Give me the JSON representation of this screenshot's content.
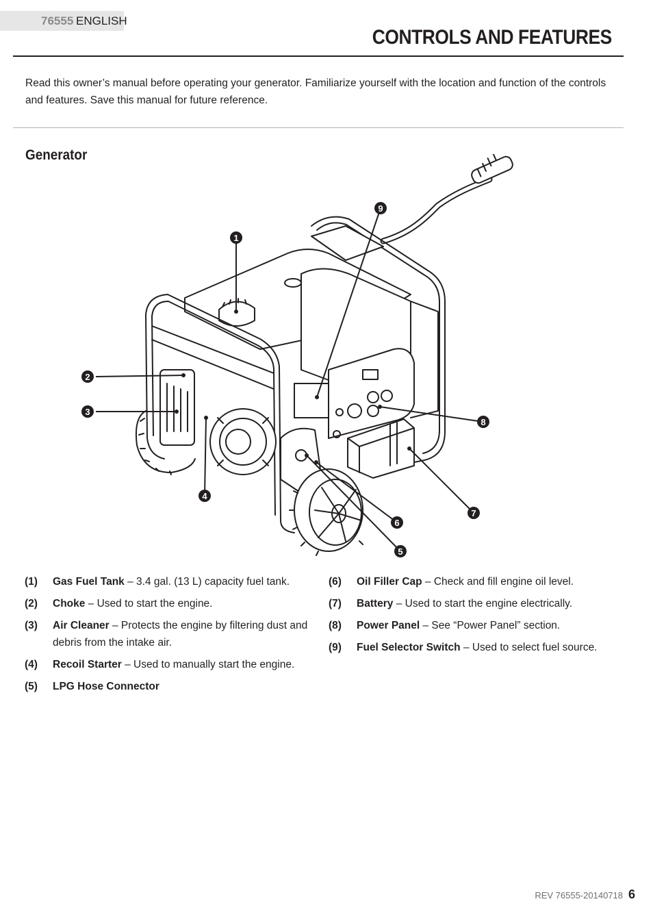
{
  "header": {
    "model_code": "76555",
    "language": "ENGLISH",
    "title": "CONTROLS AND FEATURES"
  },
  "intro": "Read this owner’s manual before operating your generator. Familiarize yourself with the location and function of the controls and features. Save this manual for future reference.",
  "section_title": "Generator",
  "figure": {
    "callouts": [
      "1",
      "2",
      "3",
      "4",
      "5",
      "6",
      "7",
      "8",
      "9"
    ]
  },
  "legend": {
    "left": [
      {
        "num": "(1)",
        "name": "Gas Fuel Tank",
        "desc": " – 3.4 gal. (13 L) capacity fuel tank."
      },
      {
        "num": "(2)",
        "name": "Choke",
        "desc": " – Used to start the engine."
      },
      {
        "num": "(3)",
        "name": "Air Cleaner",
        "desc": " – Protects the engine by filtering dust and debris from the intake air."
      },
      {
        "num": "(4)",
        "name": "Recoil Starter",
        "desc": " – Used to manually start the engine."
      },
      {
        "num": "(5)",
        "name": "LPG Hose Connector",
        "desc": ""
      }
    ],
    "right": [
      {
        "num": "(6)",
        "name": "Oil Filler Cap",
        "desc": " – Check and fill engine oil level."
      },
      {
        "num": "(7)",
        "name": "Battery",
        "desc": " – Used to start the engine electrically."
      },
      {
        "num": "(8)",
        "name": "Power Panel",
        "desc": " – See “Power Panel” section."
      },
      {
        "num": "(9)",
        "name": "Fuel Selector Switch",
        "desc": " – Used to select fuel source."
      }
    ]
  },
  "footer": {
    "revision": "REV 76555-20140718",
    "page_number": "6"
  }
}
